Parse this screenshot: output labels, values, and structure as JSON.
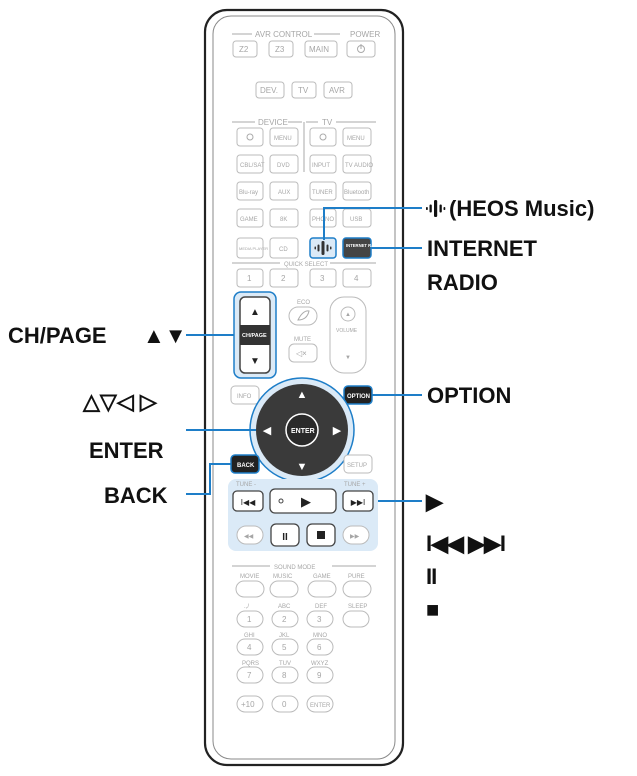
{
  "remote": {
    "sections": {
      "avr_control": "AVR CONTROL",
      "power": "POWER",
      "device": "DEVICE",
      "tv": "TV",
      "quick_select": "QUICK SELECT",
      "eco": "ECO",
      "mute": "MUTE",
      "volume": "VOLUME",
      "tune_left": "TUNE -",
      "tune_right": "TUNE +",
      "sound_mode": "SOUND MODE"
    },
    "top_buttons": [
      "Z2",
      "Z3",
      "MAIN",
      "DEV.",
      "TV",
      "AVR"
    ],
    "device_buttons": [
      "MENU",
      "CBL/SAT",
      "DVD",
      "Blu-ray",
      "AUX",
      "GAME",
      "8K",
      "MEDIA PLAYER",
      "CD"
    ],
    "tv_buttons": [
      "MENU",
      "INPUT",
      "TV AUDIO"
    ],
    "source_buttons": [
      "TUNER",
      "Bluetooth",
      "PHONO",
      "USB"
    ],
    "internet_radio_button": "INTERNET RADIO",
    "quick_select_buttons": [
      "1",
      "2",
      "3",
      "4"
    ],
    "ch_page_label": "CH/PAGE",
    "info": "INFO",
    "option": "OPTION",
    "enter": "ENTER",
    "back": "BACK",
    "setup": "SETUP",
    "sound_mode_buttons": [
      "MOVIE",
      "MUSIC",
      "GAME",
      "PURE"
    ],
    "keypad": {
      "letters": [
        ".,/",
        "ABC",
        "DEF",
        "SLEEP",
        "GHI",
        "JKL",
        "MNO",
        "PQRS",
        "TUV",
        "WXYZ"
      ],
      "digits": [
        "1",
        "2",
        "3",
        "4",
        "5",
        "6",
        "7",
        "8",
        "9",
        "0"
      ],
      "plus10": "+10",
      "enter": "ENTER"
    }
  },
  "callouts": {
    "heos_music": "(HEOS Music)",
    "internet_radio_line1": "INTERNET",
    "internet_radio_line2": "RADIO",
    "ch_page": "CH/PAGE",
    "cursor": "△▽◁ ▷",
    "enter": "ENTER",
    "back": "BACK",
    "option": "OPTION",
    "play": "▶",
    "skip": "I◀◀ ▶▶I",
    "pause": "II",
    "stop": "■"
  },
  "colors": {
    "highlight_blue": "#1e7ec8",
    "highlight_fill": "#dbeaf7",
    "dark_gray": "#555555",
    "light_gray": "#c4c4c4"
  }
}
